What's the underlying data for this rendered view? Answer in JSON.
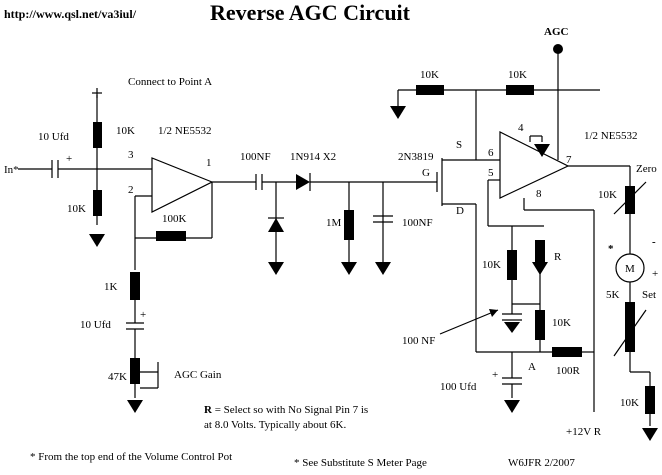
{
  "header": {
    "url": "http://www.qsl.net/va3iul/",
    "title": "Reverse AGC Circuit"
  },
  "labels": {
    "agc": "AGC",
    "connect_point_a": "Connect to Point A",
    "input": "In*",
    "c_10ufd_in": "10 Ufd",
    "r_10k_top": "10K",
    "r_10k_bottom": "10K",
    "opamp1_name": "1/2 NE5532",
    "opamp1_pin3": "3",
    "opamp1_pin2": "2",
    "opamp1_pin1": "1",
    "r_100k_fb": "100K",
    "c_100nf_out": "100NF",
    "diode_label": "1N914 X2",
    "r_1m": "1M",
    "c_100nf_shunt": "100NF",
    "r_1k": "1K",
    "c_10ufd_gain": "10 Ufd",
    "pot_47k": "47K",
    "agc_gain": "AGC Gain",
    "plus_in": "+",
    "plus_gain": "+",
    "fet_name": "2N3819",
    "fet_s": "S",
    "fet_g": "G",
    "fet_d": "D",
    "r_10k_top_left": "10K",
    "r_10k_top_right": "10K",
    "opamp2_name": "1/2 NE5532",
    "opamp2_pin4": "4",
    "opamp2_pin6": "6",
    "opamp2_pin5": "5",
    "opamp2_pin7": "7",
    "opamp2_pin8": "8",
    "zero": "Zero",
    "pot_10k_zero": "10K",
    "meter_star": "*",
    "meter_minus": "-",
    "meter_plus": "+",
    "meter_m": "M",
    "r_5k": "5K",
    "set": "Set",
    "r_10k_mid": "10K",
    "r_r": "R",
    "r_10k_low": "10K",
    "c_100nf_note": "100 NF",
    "point_a": "A",
    "r_100r": "100R",
    "c_100ufd": "100 Ufd",
    "plus_100ufd": "+",
    "r_10k_right_bottom": "10K",
    "supply": "+12V R",
    "note_r_bold": "R",
    "note_r_line1": " = Select so with No Signal Pin 7 is",
    "note_r_line2": "at 8.0 Volts. Typically  about  6K.",
    "footnote_volume": "* From the top end of the Volume Control Pot",
    "footnote_meter": "* See Substitute S Meter Page",
    "credit": "W6JFR 2/2007"
  }
}
